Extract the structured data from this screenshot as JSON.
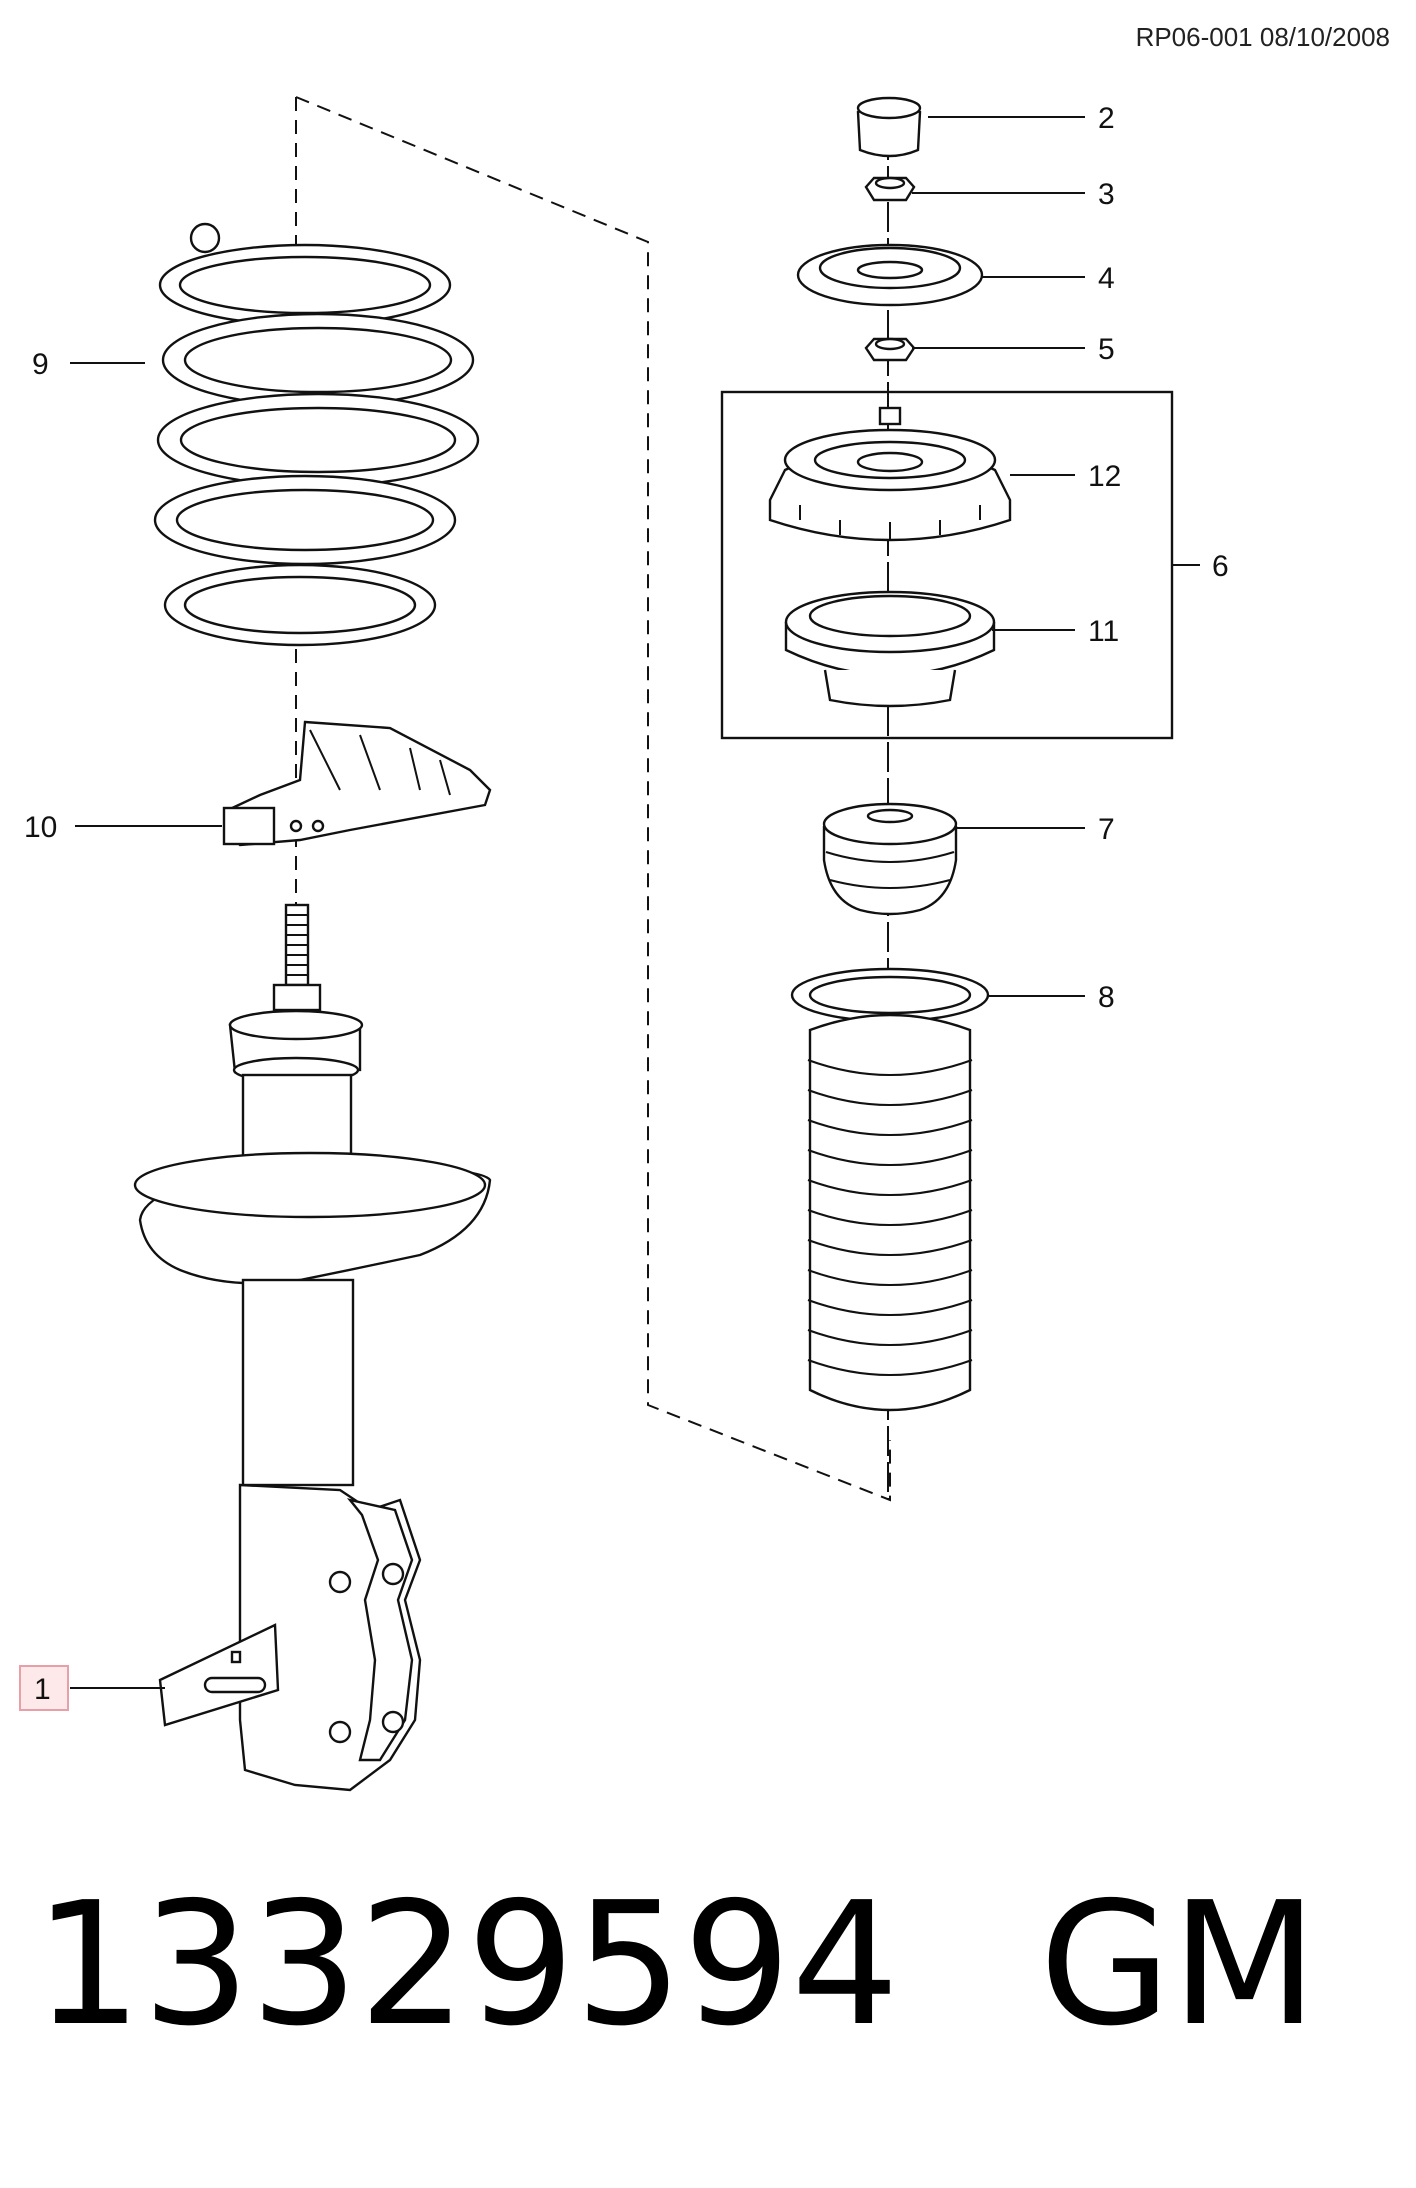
{
  "header": {
    "ref": "RP06-001 08/10/2008"
  },
  "part": {
    "number": "13329594",
    "brand": "GM"
  },
  "callouts": {
    "c1": "1",
    "c2": "2",
    "c3": "3",
    "c4": "4",
    "c5": "5",
    "c6": "6",
    "c7": "7",
    "c8": "8",
    "c9": "9",
    "c10": "10",
    "c11": "11",
    "c12": "12"
  },
  "colors": {
    "highlight_box": "#e8a0a8",
    "highlight_fill": "#fde8ea",
    "line": "#111111"
  }
}
